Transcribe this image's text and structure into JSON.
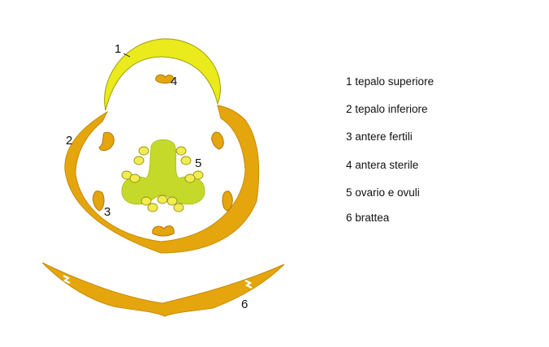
{
  "diagram": {
    "colors": {
      "outer_tepal": "#E4A60C",
      "outer_tepal_stroke": "#C68B08",
      "upper_tepal": "#EAEA1C",
      "upper_tepal_stroke": "#9E9E10",
      "ovary": "#C5D92A",
      "fertile_anther": "#F0EC52",
      "fertile_anther_stroke": "#9A9410",
      "sterile_anther": "#E4A60C",
      "sterile_anther_stroke": "#B0780A"
    },
    "numbers": {
      "n1": "1",
      "n2": "2",
      "n3": "3",
      "n4": "4",
      "n5": "5",
      "n6": "6"
    },
    "legend": [
      {
        "label": "1 tepalo superiore"
      },
      {
        "label": "2 tepalo inferiore"
      },
      {
        "label": "3 antere fertili"
      },
      {
        "label": "4 antera sterile"
      },
      {
        "label": "5 ovario e ovuli"
      },
      {
        "label": "6 brattea"
      }
    ]
  }
}
